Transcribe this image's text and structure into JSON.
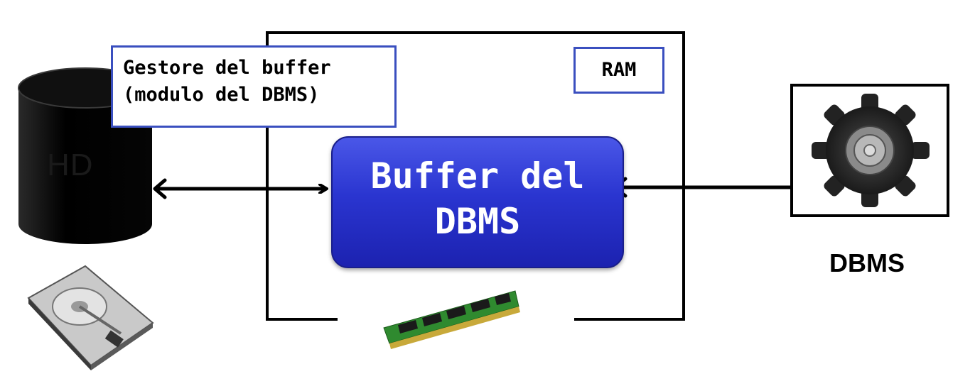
{
  "disk": {
    "label": "HD"
  },
  "buffer_manager": {
    "line1": "Gestore del buffer",
    "line2": "(modulo del DBMS)"
  },
  "ram": {
    "label": "RAM"
  },
  "buffer": {
    "line1": "Buffer del",
    "line2": "DBMS"
  },
  "dbms": {
    "caption": "DBMS"
  },
  "colors": {
    "box_border": "#3a4fbf",
    "buffer_fill": "#2a35d0",
    "arrow": "#000000"
  }
}
